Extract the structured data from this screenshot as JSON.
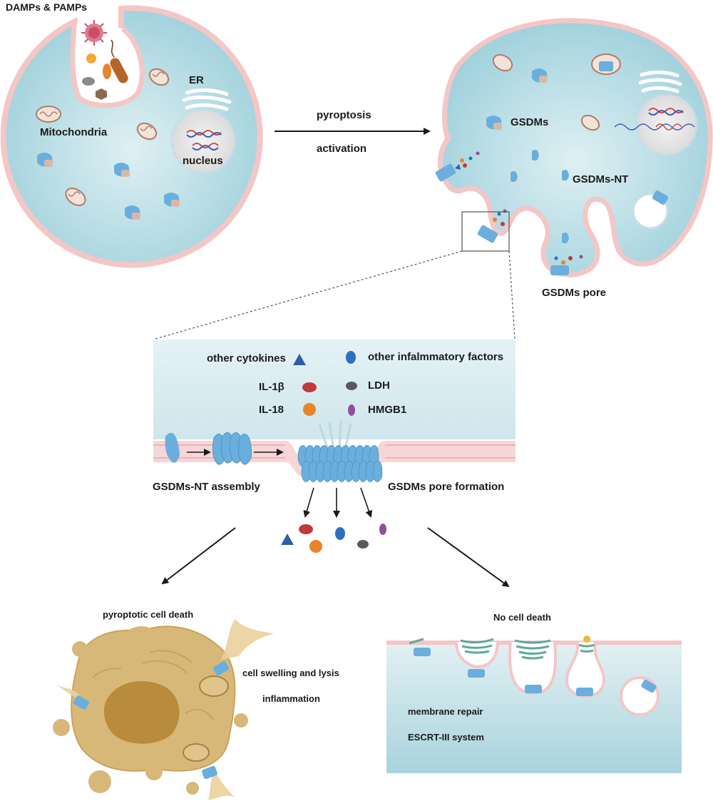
{
  "top_left_cell": {
    "stimulus_label": "DAMPs & PAMPs",
    "er_label": "ER",
    "mitochondria_label": "Mitochondria",
    "nucleus_label": "nucleus"
  },
  "transition": {
    "label_top": "pyroptosis",
    "label_bottom": "activation"
  },
  "top_right_cell": {
    "gsdms_label": "GSDMs",
    "gsdms_nt_label": "GSDMs-NT",
    "pore_label": "GSDMs pore"
  },
  "zoom_panel": {
    "legend": {
      "other_cytokines": "other cytokines",
      "il1b": "IL-1β",
      "il18": "IL-18",
      "other_inflammatory": "other infalmmatory factors",
      "ldh": "LDH",
      "hmgb1": "HMGB1"
    },
    "assembly_label": "GSDMs-NT assembly",
    "pore_formation_label": "GSDMs pore formation"
  },
  "outcome_left": {
    "title": "pyroptotic cell death",
    "line1": "cell swelling and lysis",
    "line2": "inflammation"
  },
  "outcome_right": {
    "title": "No cell death",
    "line1": "membrane repair",
    "line2": "ESCRT-III system"
  },
  "colors": {
    "cytoplasm": "#bfe0e8",
    "membrane": "#f4c6c6",
    "gsdm_blue": "#6aaedd",
    "cytokine_triangle": "#2d5fa8",
    "il1b_red": "#c0393b",
    "il18_orange": "#e8842a",
    "inflammatory_blue": "#2f6fbf",
    "ldh_grey": "#5a5a5a",
    "hmgb1_purple": "#8e4f9e",
    "dead_cell": "#d8b878",
    "escrt_green": "#5ea99a"
  }
}
